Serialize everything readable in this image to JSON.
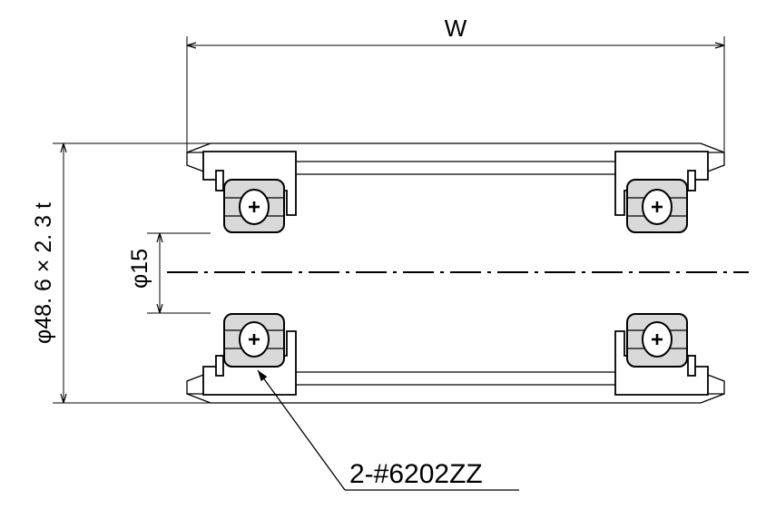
{
  "labels": {
    "width": "W",
    "outer_diameter": "φ48. 6 × 2. 3 t",
    "shaft_diameter": "φ15",
    "bearing_callout": "2-#6202ZZ"
  }
}
